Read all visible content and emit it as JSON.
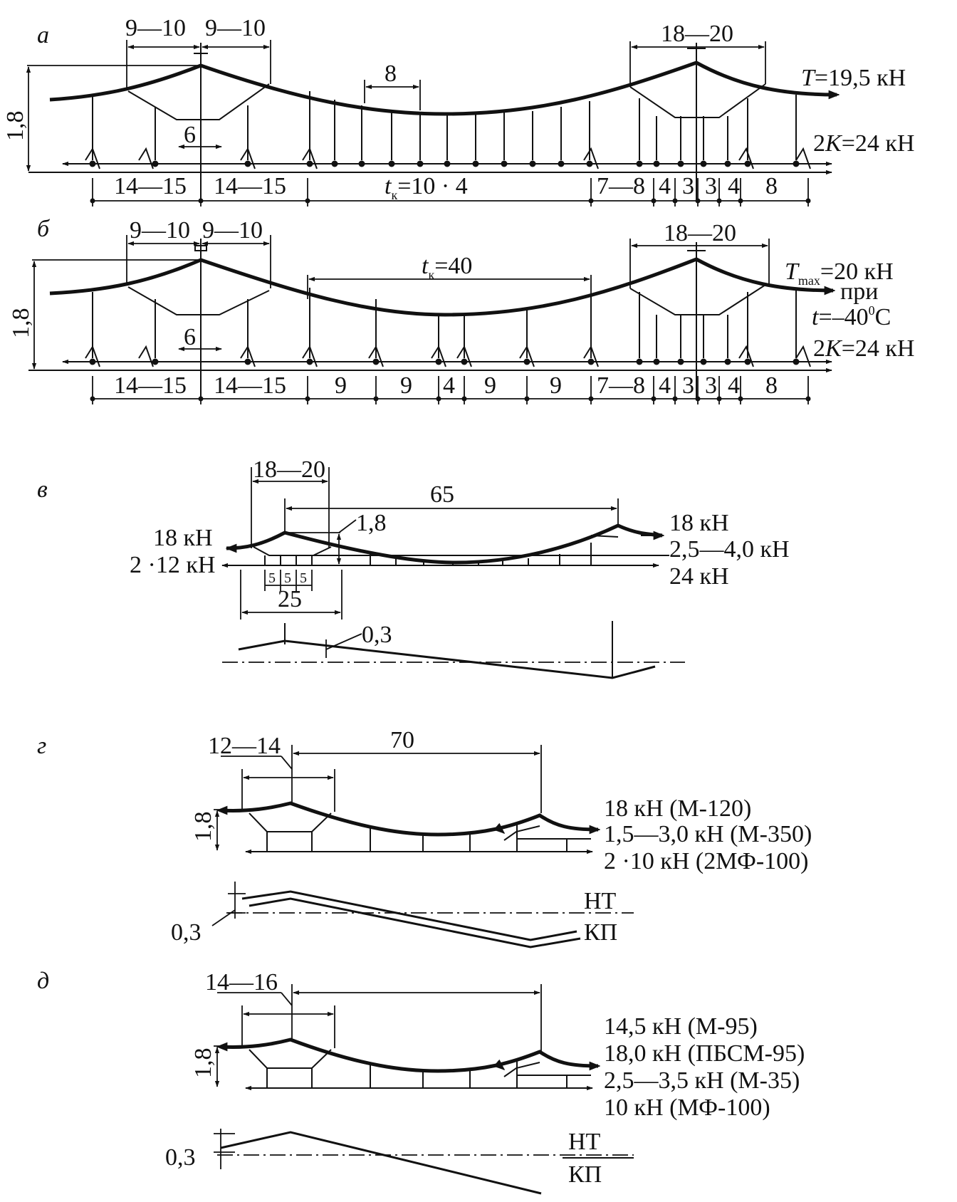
{
  "panels": {
    "a": {
      "letter": "а",
      "sag": "1,8",
      "span_left_1": "9—10",
      "span_left_2": "9—10",
      "span_right": "18—20",
      "dropper_step": "8",
      "center": "6",
      "tension_var": "T",
      "tension_val": "=19,5 кН",
      "k_pre": "2",
      "k_var": "K",
      "k_val": "=24 кН",
      "bottom_1": "14—15",
      "bottom_2": "14—15",
      "tk_var": "t",
      "tk_sub": "к",
      "tk_val": "=10 · 4",
      "bottom_3": "7—8",
      "bottom_4": "4",
      "bottom_5": "3",
      "bottom_6": "3",
      "bottom_7": "4",
      "bottom_8": "8"
    },
    "b": {
      "letter": "б",
      "sag": "1,8",
      "span_left_1": "9—10",
      "span_left_2": "9—10",
      "span_right": "18—20",
      "center": "6",
      "tk_var": "t",
      "tk_sub": "к",
      "tk_val": "=40",
      "tension_var": "T",
      "tension_sub": "max",
      "tension_val": "=20 кН",
      "tension_line2": "при",
      "temp_var": "t",
      "temp_val": "=–40",
      "temp_sup": "0",
      "temp_unit": "С",
      "k_pre": "2",
      "k_var": "K",
      "k_val": "=24 кН",
      "bottom": [
        "14—15",
        "14—15",
        "9",
        "9",
        "4",
        "9",
        "9",
        "7—8",
        "4",
        "3",
        "3",
        "4",
        "8"
      ]
    },
    "v": {
      "letter": "в",
      "span_top": "18—20",
      "span_main": "65",
      "sag": "1,8",
      "left_top": "18 кН",
      "left_bottom": "2 ·12 кН",
      "right_1": "18 кН",
      "right_2": "2,5—4,0 кН",
      "right_3": "24 кН",
      "small_1": "5",
      "small_2": "5",
      "small_3": "5",
      "bottom_span": "25",
      "offset": "0,3"
    },
    "g": {
      "letter": "г",
      "span_top": "12—14",
      "span_main": "70",
      "sag": "1,8",
      "right_1": "18 кН (М-120)",
      "right_2": "1,5—3,0 кН (М-350)",
      "right_3": "2 ·10 кН (2МФ-100)",
      "offset": "0,3",
      "nt": "НТ",
      "kp": "КП"
    },
    "d": {
      "letter": "д",
      "span_top": "14—16",
      "sag": "1,8",
      "right_1": "14,5 кН (М-95)",
      "right_2": "18,0 кН (ПБСМ-95)",
      "right_3": "2,5—3,5 кН (М-35)",
      "right_4": "10 кН (МФ-100)",
      "offset": "0,3",
      "nt": "НТ",
      "kp": "КП"
    }
  }
}
